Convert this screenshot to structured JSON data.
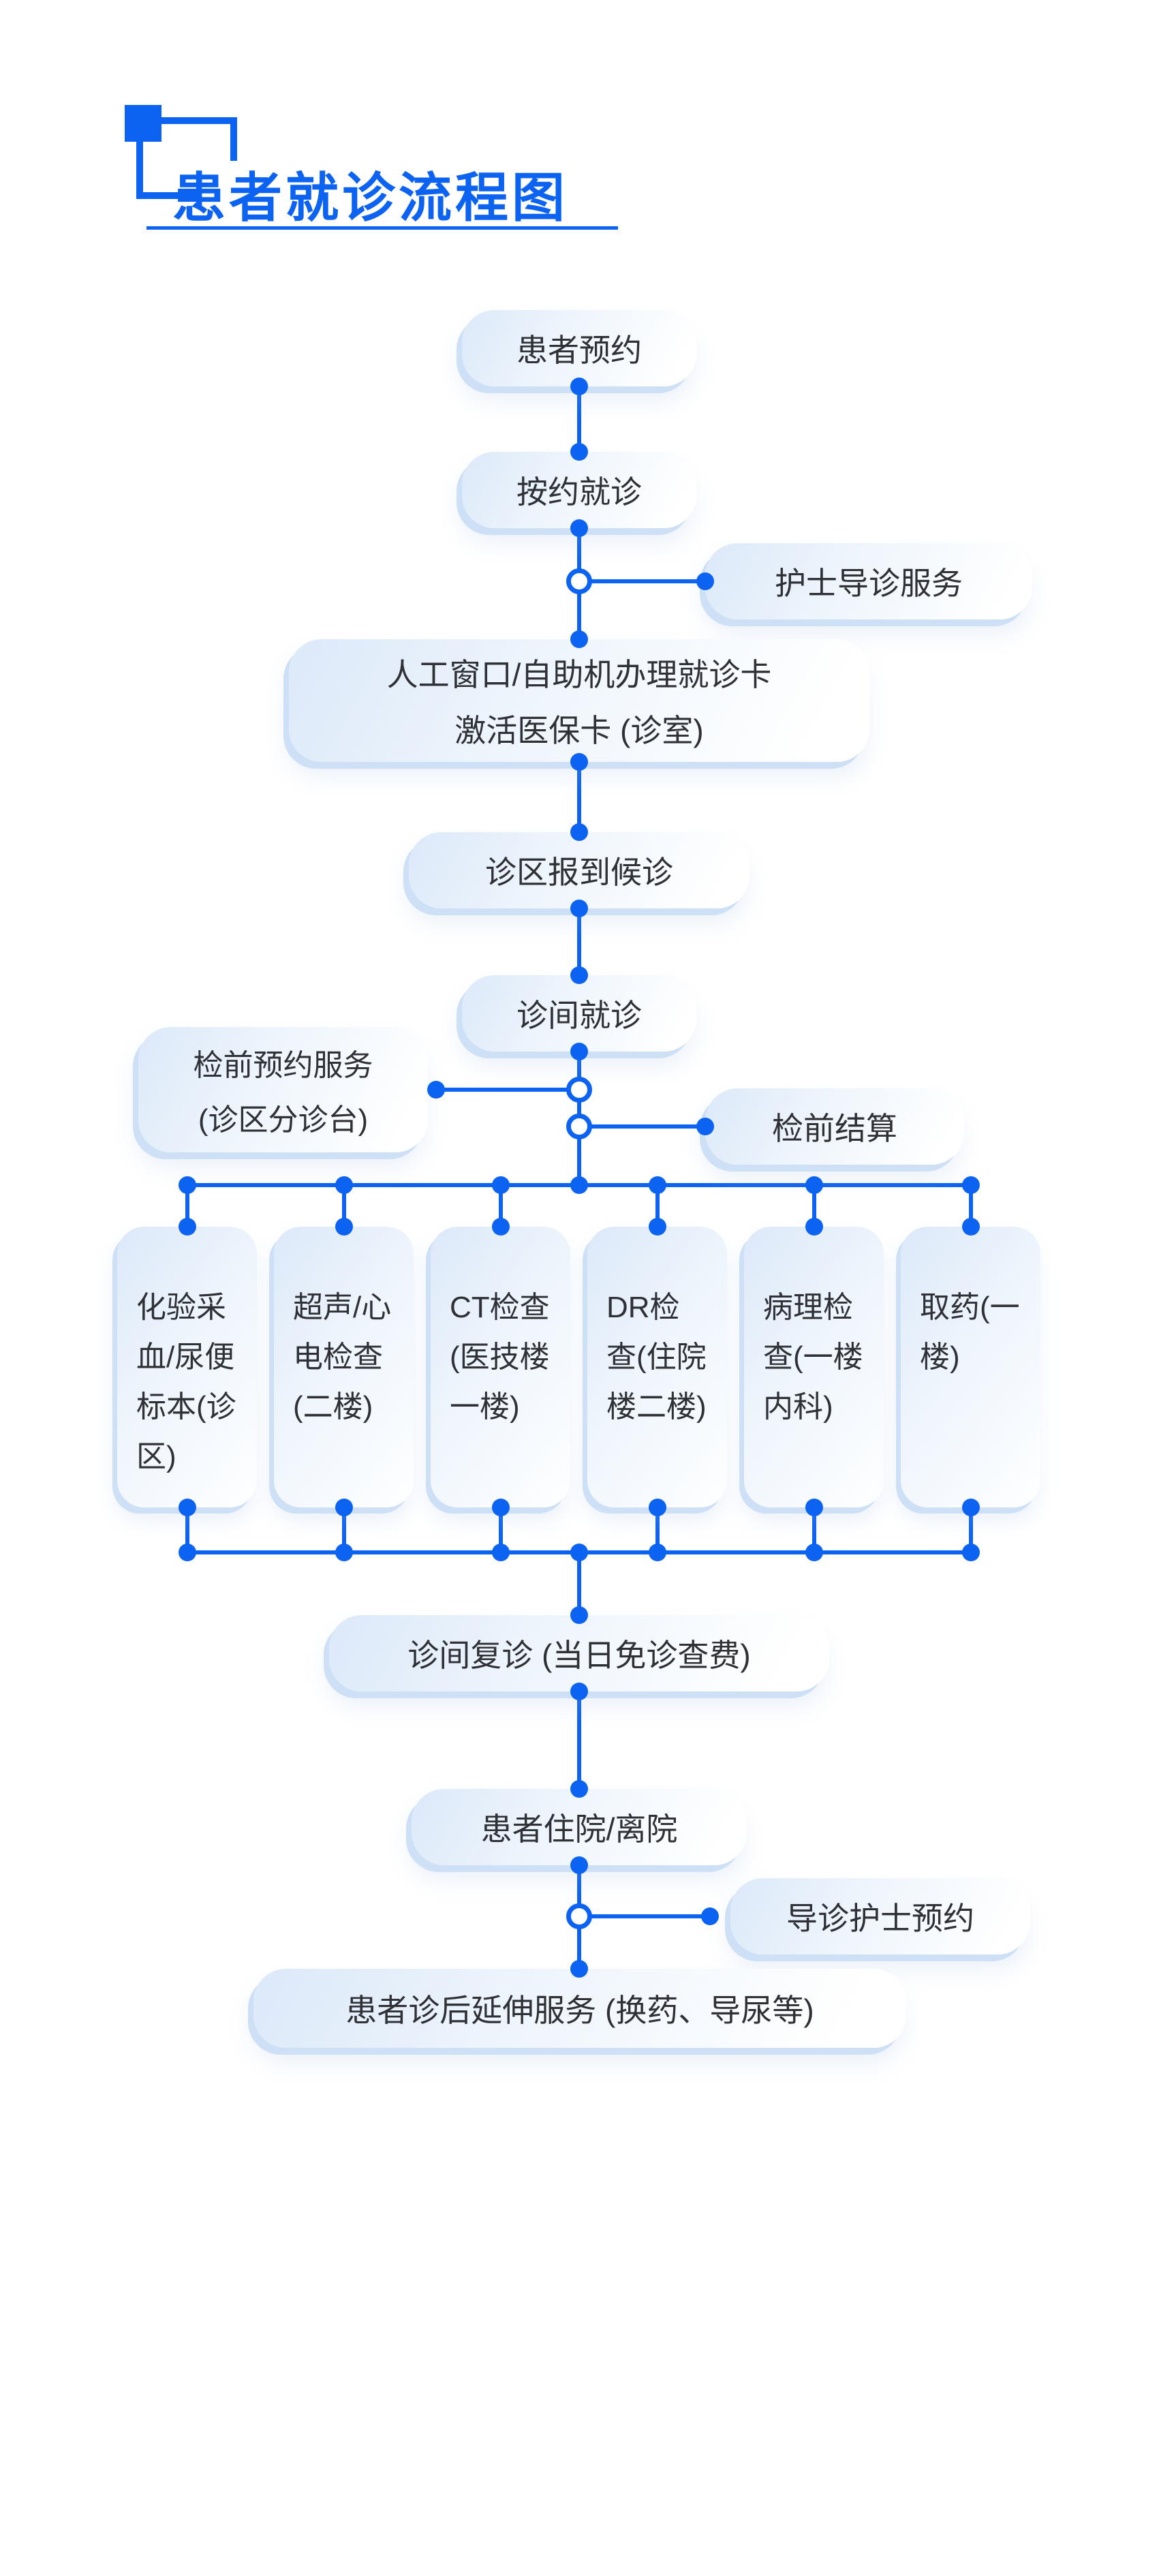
{
  "colors": {
    "accent": "#0D63F1",
    "ink": "#2F3136",
    "fill_start": "#DCE9F9",
    "fill_mid": "#EEF5FC",
    "shadow": "#CDE0F5"
  },
  "title": {
    "text": "患者就诊流程图"
  },
  "flow": {
    "patient_booking": "患者预约",
    "visit_on_time": "按约就诊",
    "nurse_guide": "护士导诊服务",
    "card_line1": "人工窗口/自助机办理就诊卡",
    "card_line2": "激活医保卡 (诊室)",
    "checkin_wait": "诊区报到候诊",
    "clinic_visit": "诊间就诊",
    "pre_exam_booking_line1": "检前预约服务",
    "pre_exam_booking_line2": "(诊区分诊台)",
    "pre_exam_pay": "检前结算",
    "departments": [
      "化验采血/尿便标本(诊区)",
      "超声/心电检查(二楼)",
      "CT检查(医技楼一楼)",
      "DR检查(住院楼二楼)",
      "病理检查(一楼内科)",
      "取药(一楼)"
    ],
    "revisit": "诊间复诊 (当日免诊查费)",
    "admit_discharge": "患者住院/离院",
    "nurse_booking": "导诊护士预约",
    "post_visit": "患者诊后延伸服务 (换药、导尿等)"
  }
}
